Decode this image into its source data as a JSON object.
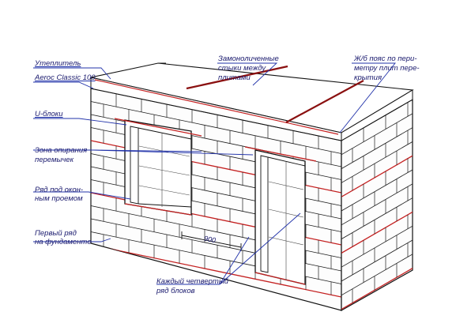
{
  "labels": {
    "insulation": "Утеплитель",
    "aeroc": "Aeroc Classic 100",
    "u_blocks": "U-блоки",
    "lintel_1": "Зона опирания",
    "lintel_2": "перемычек",
    "under_window_1": "Ряд под окон-",
    "under_window_2": "ным проемом",
    "first_row_1": "Первый ряд",
    "first_row_2": "на фундаменте",
    "joints_1": "Замоноличенные",
    "joints_2": "стыки между",
    "joints_3": "плитами",
    "belt_1": "Ж/б пояс по пери-",
    "belt_2": "метру плит пере-",
    "belt_3": "крытия",
    "every_fourth_1": "Каждый четвертый",
    "every_fourth_2": "ряд блоков",
    "dimension": "900"
  },
  "colors": {
    "leader_line": "#2233aa",
    "label_text": "#1a1a6e",
    "mortar_red": "#c42020",
    "brick_line": "#1a1a1a",
    "slab_joint": "#8a1010"
  }
}
